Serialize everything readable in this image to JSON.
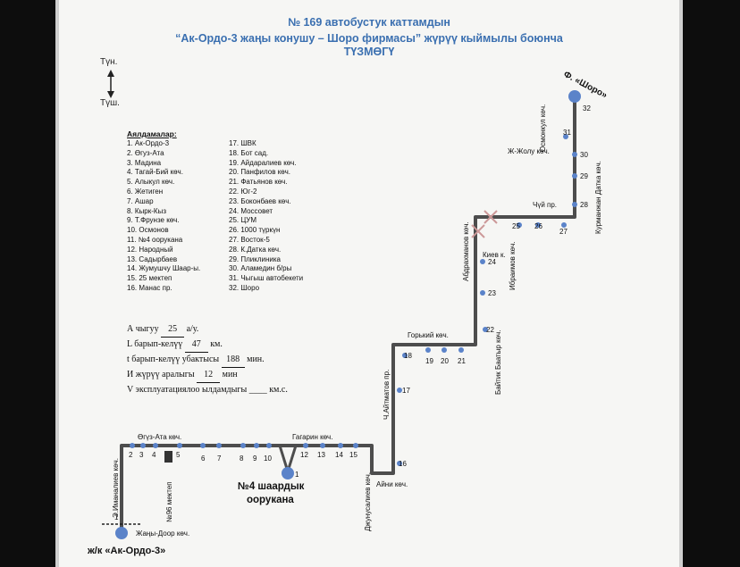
{
  "header": {
    "line1": "№ 169  автобустук каттамдын",
    "line2": "“Ак-Ордо-3 жаңы конушу  – Шоро фирмасы” жүрүү кыймылы боюнча",
    "line3": "ТҮЗМӨГҮ"
  },
  "compass": {
    "north": "Түн.",
    "south": "Түш."
  },
  "stops": {
    "title": "Аялдамалар:",
    "col1": [
      "1. Ак-Ордо-3",
      "2. Өгуз-Ата",
      "3. Мадина",
      "4. Тагай-Бий көч.",
      "5. Алыкул көч.",
      "6. Жетиген",
      "7. Ашар",
      "8. Кырк-Кыз",
      "9. Т.Фрунзе көч.",
      "10. Осмонов",
      "11. №4 оорукана",
      "12. Народный",
      "13. Садырбаев",
      "14. Жумушчу Шаар-ы.",
      "15. 25 мектеп",
      "16. Манас пр."
    ],
    "col2": [
      "17. ШВК",
      "18. Бот сад.",
      "19. Айдаралиев көч.",
      "20. Панфилов көч.",
      "21. Фатьянов көч.",
      "22. Юг-2",
      "23. Боконбаев көч.",
      "24. Моссовет",
      "25. ЦУМ",
      "26. 1000 түркүн",
      "27. Восток-5",
      "28. К.Датка көч.",
      "29. Пликлиника",
      "30. Аламедин б/ры",
      "31. Чыгыш автобекети",
      "32. Шоро"
    ]
  },
  "params": {
    "a_prefix": "А чыгуу",
    "a_value": "25",
    "a_unit": "а/у.",
    "l_prefix": "L барып-келүү",
    "l_value": "47",
    "l_unit": "км.",
    "t_prefix": "t барып-келүү убактысы",
    "t_value": "188",
    "t_unit": "мин.",
    "i_prefix": "И жүрүү аралыгы",
    "i_value": "12",
    "i_unit": "мин",
    "v_prefix": "V эксплуатациялоо ылдамдыгы",
    "v_value": "____",
    "v_unit": "км.с."
  },
  "map": {
    "route_color": "#4d4d4d",
    "stop_color": "#5b83c9",
    "street_labels": {
      "ogyz_ata": "Өгүз-Ата көч.",
      "gagarin": "Гагарин көч.",
      "aini": "Айни көч.",
      "dzhunusaliev": "Джунусалиев көч.",
      "aitmatov": "Ч.Айтматов пр.",
      "gorkiy": "Горький көч.",
      "baitik": "Байтик Баатыр көч.",
      "abdrakhmanov": "Абдрахманов көч.",
      "kiev": "Киев к.",
      "ibraimov": "Ибраимов көч.",
      "chui": "Чүй пр.",
      "zh_zholu": "Ж-Жолу көч.",
      "osmonkul": "Осмонкул көч.",
      "kurmanjan": "Курманжан Датка көч.",
      "imanaliev": "Э.Иманалиев көч.",
      "zhany_door": "Жаңы-Доор көч.",
      "school96": "№96 мектеп"
    },
    "terminals": {
      "start": "ж/к «Ак-Ордо-3»",
      "end": "Ф. «Шоро»",
      "hospital_line1": "№4 шаардык",
      "hospital_line2": "оорукана"
    },
    "stop_numbers": [
      "1",
      "2",
      "3",
      "4",
      "5",
      "6",
      "7",
      "8",
      "9",
      "10",
      "1",
      "12",
      "13",
      "14",
      "15",
      "16",
      "17",
      "18",
      "19",
      "20",
      "21",
      "22",
      "23",
      "24",
      "25",
      "26",
      "27",
      "28",
      "29",
      "30",
      "31",
      "32"
    ]
  }
}
